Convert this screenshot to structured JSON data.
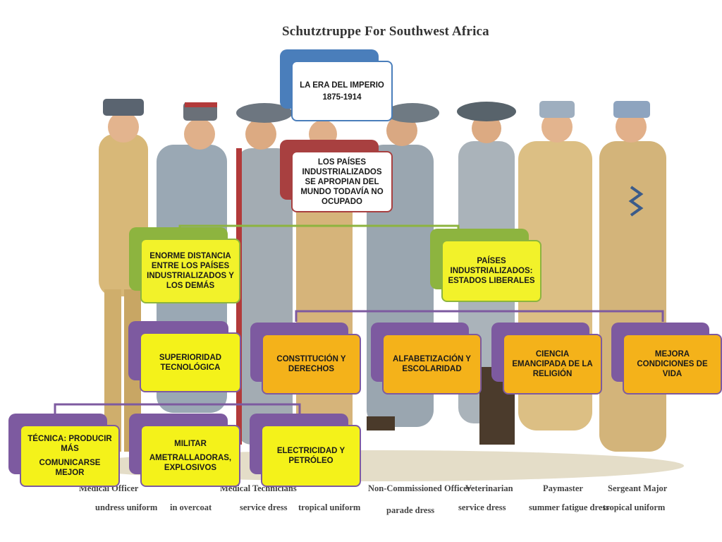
{
  "illustration": {
    "title": "Schutztruppe For Southwest Africa",
    "captions": [
      "Medical Officer",
      "Medical Technicians",
      "Non-Commissioned Officer",
      "Veterinarian",
      "Paymaster",
      "Sergeant Major",
      "undress uniform",
      "in overcoat",
      "service dress",
      "tropical uniform",
      "parade dress",
      "service dress",
      "summer fatigue dress",
      "tropical uniform"
    ]
  },
  "diagram": {
    "root": {
      "line1": "LA ERA DEL IMPERIO",
      "line2": "1875-1914"
    },
    "level1": "LOS PAÍSES INDUSTRIALIZADOS SE APROPIAN DEL MUNDO TODAVÍA NO OCUPADO",
    "level2": {
      "left": "ENORME DISTANCIA ENTRE LOS PAÍSES INDUSTRIALIZADOS Y LOS DEMÁS",
      "right": "PAÍSES INDUSTRIALIZADOS: ESTADOS LIBERALES"
    },
    "level3": [
      "SUPERIORIDAD TECNOLÓGICA",
      "CONSTITUCIÓN Y DERECHOS",
      "ALFABETIZACIÓN Y ESCOLARIDAD",
      "CIENCIA EMANCIPADA DE LA RELIGIÓN",
      "MEJORA CONDICIONES DE VIDA"
    ],
    "level4": [
      {
        "line1": "TÉCNICA: PRODUCIR MÁS",
        "line2": "COMUNICARSE MEJOR"
      },
      {
        "line1": "MILITAR",
        "line2": "AMETRALLADORAS, EXPLOSIVOS"
      },
      {
        "line1": "ELECTRICIDAD Y PETRÓLEO",
        "line2": ""
      }
    ]
  },
  "colors": {
    "blue": "#4a7ebb",
    "red": "#a84040",
    "green": "#8db43f",
    "purple": "#7d5aa0",
    "orange": "#f4b21a",
    "yellow": "#f4f21a"
  }
}
